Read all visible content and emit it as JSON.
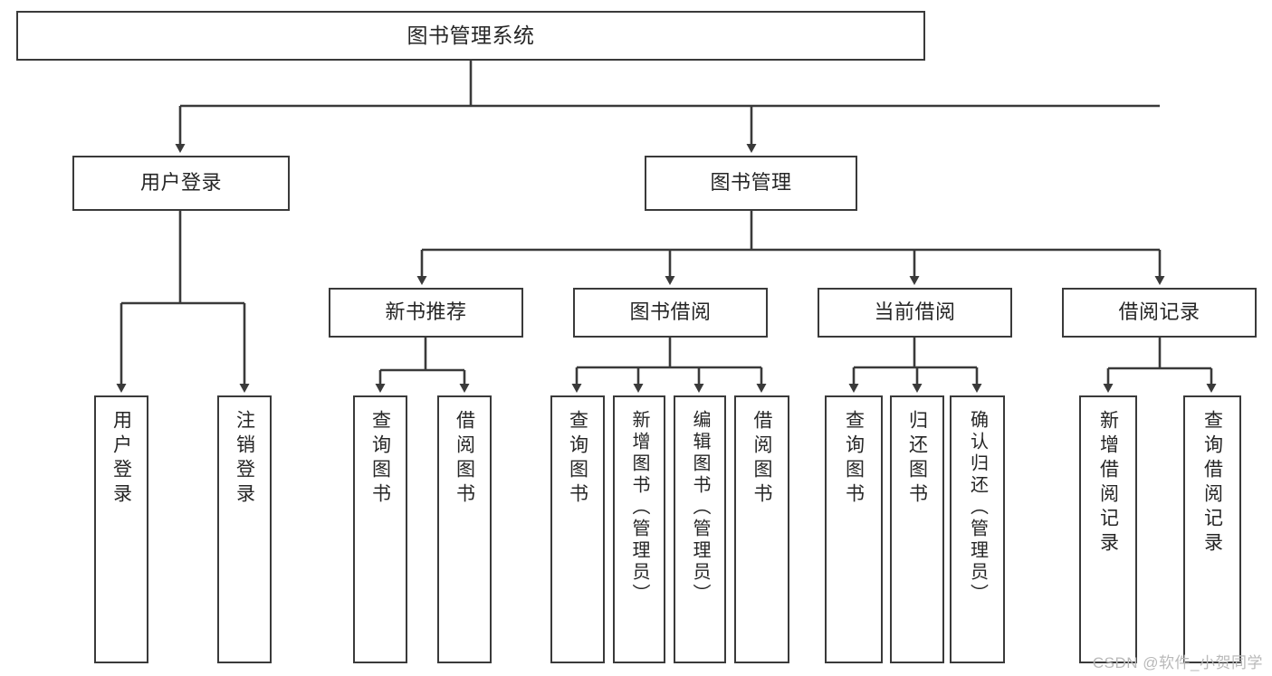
{
  "diagram": {
    "title": "图书管理系统",
    "watermark": "CSDN @软件_小贺同学",
    "style": {
      "box_border_color": "#3a3a3a",
      "box_fill_color": "#ffffff",
      "line_color": "#3a3a3a",
      "text_color": "#262626",
      "watermark_color": "#b9b9b9",
      "background": "#ffffff"
    },
    "root": {
      "label": "图书管理系统"
    },
    "level2": [
      {
        "label": "用户登录"
      },
      {
        "label": "图书管理"
      }
    ],
    "level3": [
      {
        "label": "新书推荐"
      },
      {
        "label": "图书借阅"
      },
      {
        "label": "当前借阅"
      },
      {
        "label": "借阅记录"
      }
    ],
    "leaves": {
      "user_login": [
        {
          "label": "用户登录"
        },
        {
          "label": "注销登录"
        }
      ],
      "new_book": [
        {
          "label": "查询图书"
        },
        {
          "label": "借阅图书"
        }
      ],
      "book_borrow": [
        {
          "label": "查询图书"
        },
        {
          "label": "新增图书（管理员）"
        },
        {
          "label": "编辑图书（管理员）"
        },
        {
          "label": "借阅图书"
        }
      ],
      "current_borrow": [
        {
          "label": "查询图书"
        },
        {
          "label": "归还图书"
        },
        {
          "label": "确认归还（管理员）"
        }
      ],
      "borrow_record": [
        {
          "label": "新增借阅记录"
        },
        {
          "label": "查询借阅记录"
        }
      ]
    }
  }
}
